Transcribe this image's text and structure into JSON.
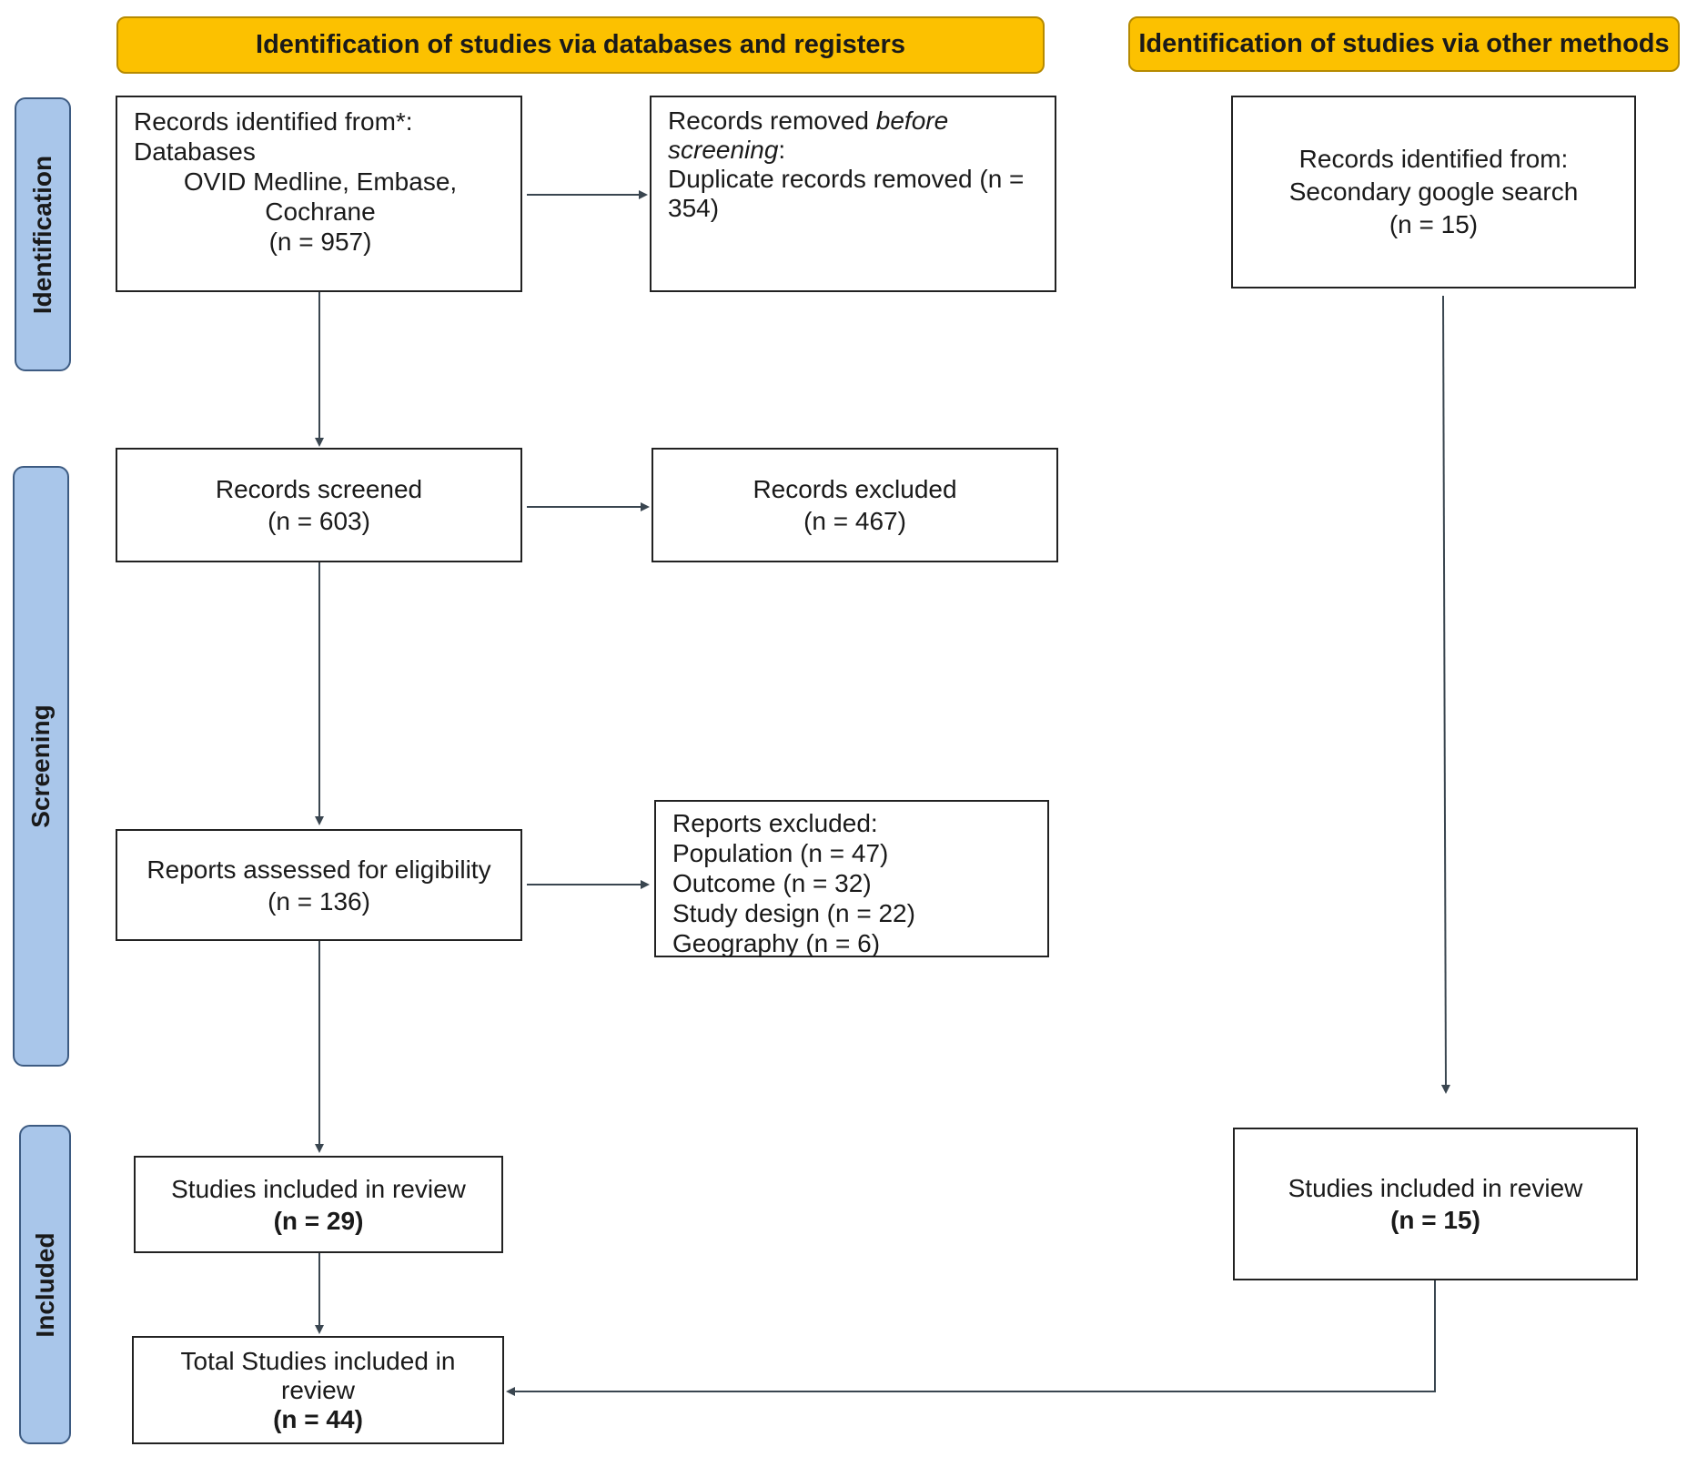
{
  "headers": {
    "databases": "Identification of studies via databases and registers",
    "other": "Identification of studies via other methods"
  },
  "phases": {
    "identification": "Identification",
    "screening": "Screening",
    "included": "Included"
  },
  "boxes": {
    "records_identified": {
      "line1": "Records identified from*:",
      "line2": "Databases",
      "line3": "OVID Medline, Embase,",
      "line4": "Cochrane",
      "line5": "(n = 957)"
    },
    "records_removed": {
      "line1_a": "Records removed ",
      "line1_b": "before",
      "line2_a": "screening",
      "line2_b": ":",
      "line3": "Duplicate records removed  (n =",
      "line4": "354)"
    },
    "other_identified": {
      "line1": "Records identified from:",
      "line2": "Secondary google search",
      "line3": "(n = 15)"
    },
    "records_screened": {
      "line1": "Records screened",
      "line2": "(n = 603)"
    },
    "records_excluded": {
      "line1": "Records excluded",
      "line2": "(n = 467)"
    },
    "reports_assessed": {
      "line1": "Reports assessed for eligibility",
      "line2": "(n = 136)"
    },
    "reports_excluded": {
      "line1": "Reports excluded:",
      "line2": "Population (n = 47)",
      "line3": "Outcome (n = 32)",
      "line4": "Study design (n = 22)",
      "line5": "Geography (n = 6)"
    },
    "studies_included_db": {
      "line1": "Studies included in review",
      "line2": "(n = 29)"
    },
    "studies_included_other": {
      "line1": "Studies included in review",
      "line2": "(n = 15)"
    },
    "total_included": {
      "line1": "Total Studies included in",
      "line2": "review",
      "line3": "(n = 44)"
    }
  },
  "colors": {
    "header_fill": "#fcc100",
    "phase_fill": "#a9c6ea",
    "arrow": "#3a4650"
  }
}
